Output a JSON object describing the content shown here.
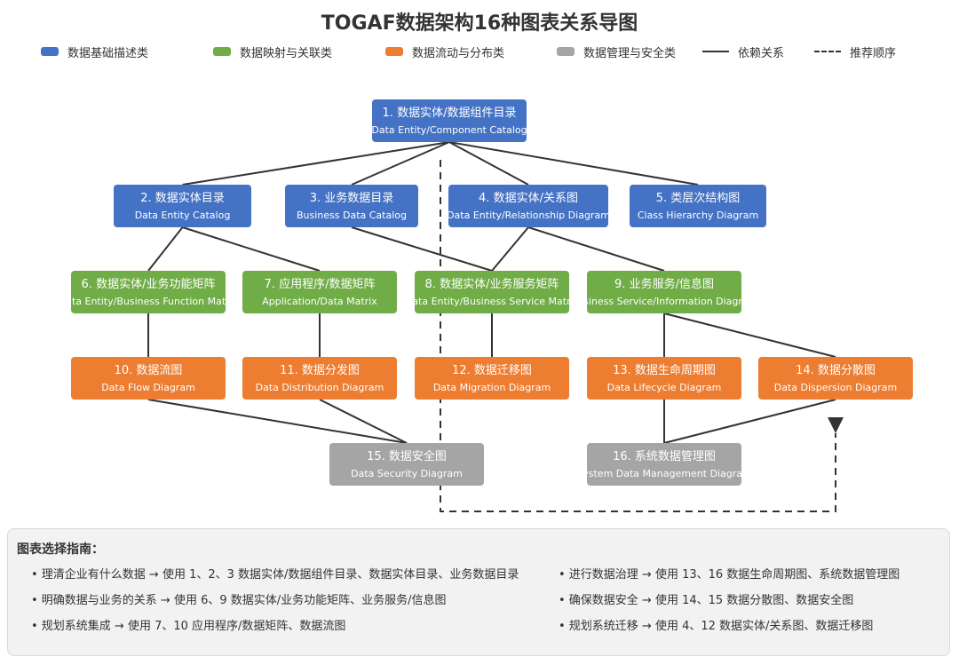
{
  "title": "TOGAF数据架构16种图表关系导图",
  "legend": [
    {
      "label": "数据基础描述类",
      "color": "#4472c4",
      "kind": "swatch"
    },
    {
      "label": "数据映射与关联类",
      "color": "#70ad47",
      "kind": "swatch"
    },
    {
      "label": "数据流动与分布类",
      "color": "#ed7d31",
      "kind": "swatch"
    },
    {
      "label": "数据管理与安全类",
      "color": "#a5a5a5",
      "kind": "swatch"
    },
    {
      "label": "依赖关系",
      "kind": "solid-line"
    },
    {
      "label": "推荐顺序",
      "kind": "dashed-line"
    }
  ],
  "nodes": [
    {
      "zh": "1. 数据实体/数据组件目录",
      "en": "Data Entity/Component Catalog",
      "category": "blue"
    },
    {
      "zh": "2. 数据实体目录",
      "en": "Data Entity Catalog",
      "category": "blue"
    },
    {
      "zh": "3. 业务数据目录",
      "en": "Business Data Catalog",
      "category": "blue"
    },
    {
      "zh": "4. 数据实体/关系图",
      "en": "Data Entity/Relationship Diagram",
      "category": "blue"
    },
    {
      "zh": "5. 类层次结构图",
      "en": "Class Hierarchy Diagram",
      "category": "blue"
    },
    {
      "zh": "6. 数据实体/业务功能矩阵",
      "en": "Data Entity/Business Function Matrix",
      "category": "green"
    },
    {
      "zh": "7. 应用程序/数据矩阵",
      "en": "Application/Data Matrix",
      "category": "green"
    },
    {
      "zh": "8. 数据实体/业务服务矩阵",
      "en": "Data Entity/Business Service Matrix",
      "category": "green"
    },
    {
      "zh": "9. 业务服务/信息图",
      "en": "Business Service/Information Diagram",
      "category": "green"
    },
    {
      "zh": "10. 数据流图",
      "en": "Data Flow Diagram",
      "category": "orange"
    },
    {
      "zh": "11. 数据分发图",
      "en": "Data Distribution Diagram",
      "category": "orange"
    },
    {
      "zh": "12. 数据迁移图",
      "en": "Data Migration Diagram",
      "category": "orange"
    },
    {
      "zh": "13. 数据生命周期图",
      "en": "Data Lifecycle Diagram",
      "category": "orange"
    },
    {
      "zh": "14. 数据分散图",
      "en": "Data Dispersion Diagram",
      "category": "orange"
    },
    {
      "zh": "15. 数据安全图",
      "en": "Data Security Diagram",
      "category": "gray"
    },
    {
      "zh": "16. 系统数据管理图",
      "en": "System Data Management Diagram",
      "category": "gray"
    }
  ],
  "edges": [
    [
      1,
      2
    ],
    [
      1,
      3
    ],
    [
      1,
      4
    ],
    [
      1,
      5
    ],
    [
      2,
      6
    ],
    [
      2,
      7
    ],
    [
      3,
      8
    ],
    [
      4,
      8
    ],
    [
      4,
      9
    ],
    [
      6,
      10
    ],
    [
      7,
      11
    ],
    [
      8,
      12
    ],
    [
      9,
      13
    ],
    [
      9,
      14
    ],
    [
      10,
      15
    ],
    [
      11,
      15
    ],
    [
      13,
      16
    ],
    [
      14,
      16
    ]
  ],
  "guide": {
    "title": "图表选择指南：",
    "left": [
      "• 理清企业有什么数据 → 使用 1、2、3 数据实体/数据组件目录、数据实体目录、业务数据目录",
      "• 明确数据与业务的关系 → 使用 6、9 数据实体/业务功能矩阵、业务服务/信息图",
      "• 规划系统集成 → 使用 7、10 应用程序/数据矩阵、数据流图"
    ],
    "right": [
      "• 进行数据治理 → 使用 13、16 数据生命周期图、系统数据管理图",
      "• 确保数据安全 → 使用 14、15 数据分散图、数据安全图",
      "• 规划系统迁移 → 使用 4、12 数据实体/关系图、数据迁移图"
    ]
  }
}
